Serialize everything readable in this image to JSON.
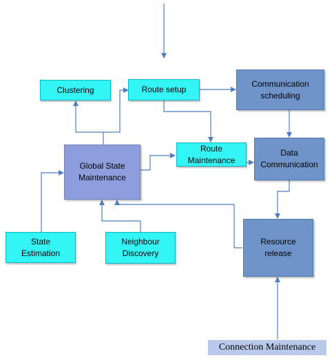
{
  "diagram": {
    "nodes": {
      "clustering": "Clustering",
      "route_setup": "Route setup",
      "communication_scheduling": "Communication\nscheduling",
      "global_state_maintenance": "Global State\nMaintenance",
      "route_maintenance": "Route\nMaintenance",
      "data_communication": "Data\nCommunication",
      "state_estimation": "State\nEstimation",
      "neighbour_discovery": "Neighbour\nDiscovery",
      "resource_release": "Resource\nrelease",
      "connection_maintenance": "Connection Maintenance"
    },
    "colors": {
      "cyan_box": "#33f5f5",
      "slate_box": "#6f94c9",
      "global_box": "#8e9edc",
      "footer_box": "#b8c9ec",
      "arrow": "#4f7ec4"
    }
  }
}
